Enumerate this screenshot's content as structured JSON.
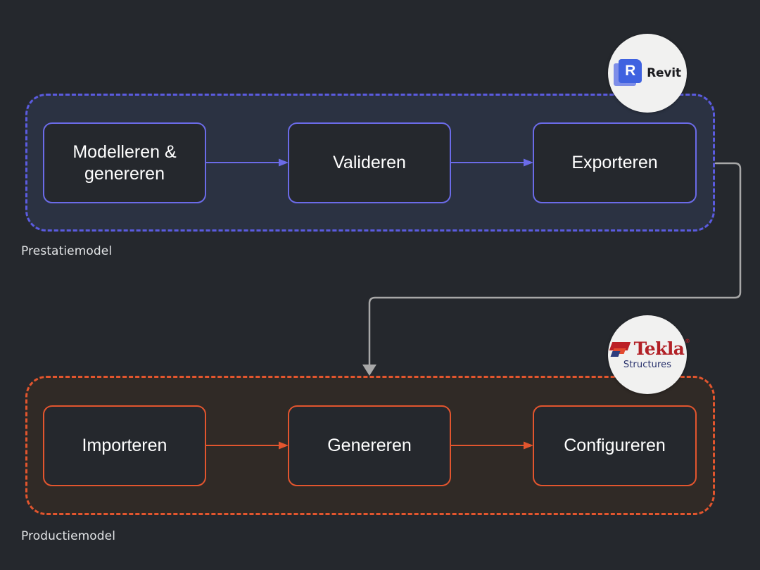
{
  "diagram": {
    "background_color": "#25282d",
    "groups": [
      {
        "id": "performance",
        "caption": "Prestatiemodel",
        "accent_color": "#5b5be0",
        "fill_color": "#2b3242",
        "border_style": "dashed",
        "tool": {
          "name": "Revit",
          "label": "Revit",
          "mark_letter": "R",
          "mark_color": "#3f62e0",
          "badge_color": "#f1f1f0"
        },
        "steps": [
          {
            "label": "Modelleren & genereren"
          },
          {
            "label": "Valideren"
          },
          {
            "label": "Exporteren"
          }
        ]
      },
      {
        "id": "production",
        "caption": "Productiemodel",
        "accent_color": "#e2552e",
        "fill_color": "#302a26",
        "border_style": "dashed",
        "tool": {
          "name": "Tekla Structures",
          "label": "Tekla",
          "sublabel": "Structures",
          "trademark": "®",
          "mark_color": "#b22026",
          "sub_color": "#27306b",
          "badge_color": "#f1f1f0"
        },
        "steps": [
          {
            "label": "Importeren"
          },
          {
            "label": "Genereren"
          },
          {
            "label": "Configureren"
          }
        ]
      }
    ],
    "connectors": {
      "top_row": [
        {
          "from": "Modelleren & genereren",
          "to": "Valideren",
          "color": "#6b6be8"
        },
        {
          "from": "Valideren",
          "to": "Exporteren",
          "color": "#6b6be8"
        }
      ],
      "bottom_row": [
        {
          "from": "Importeren",
          "to": "Genereren",
          "color": "#e2552e"
        },
        {
          "from": "Genereren",
          "to": "Configureren",
          "color": "#e2552e"
        }
      ],
      "cross_group": {
        "from": "Exporteren",
        "to": "Productiemodel",
        "color": "#a8a8a8",
        "routing": "orthogonal"
      }
    }
  }
}
